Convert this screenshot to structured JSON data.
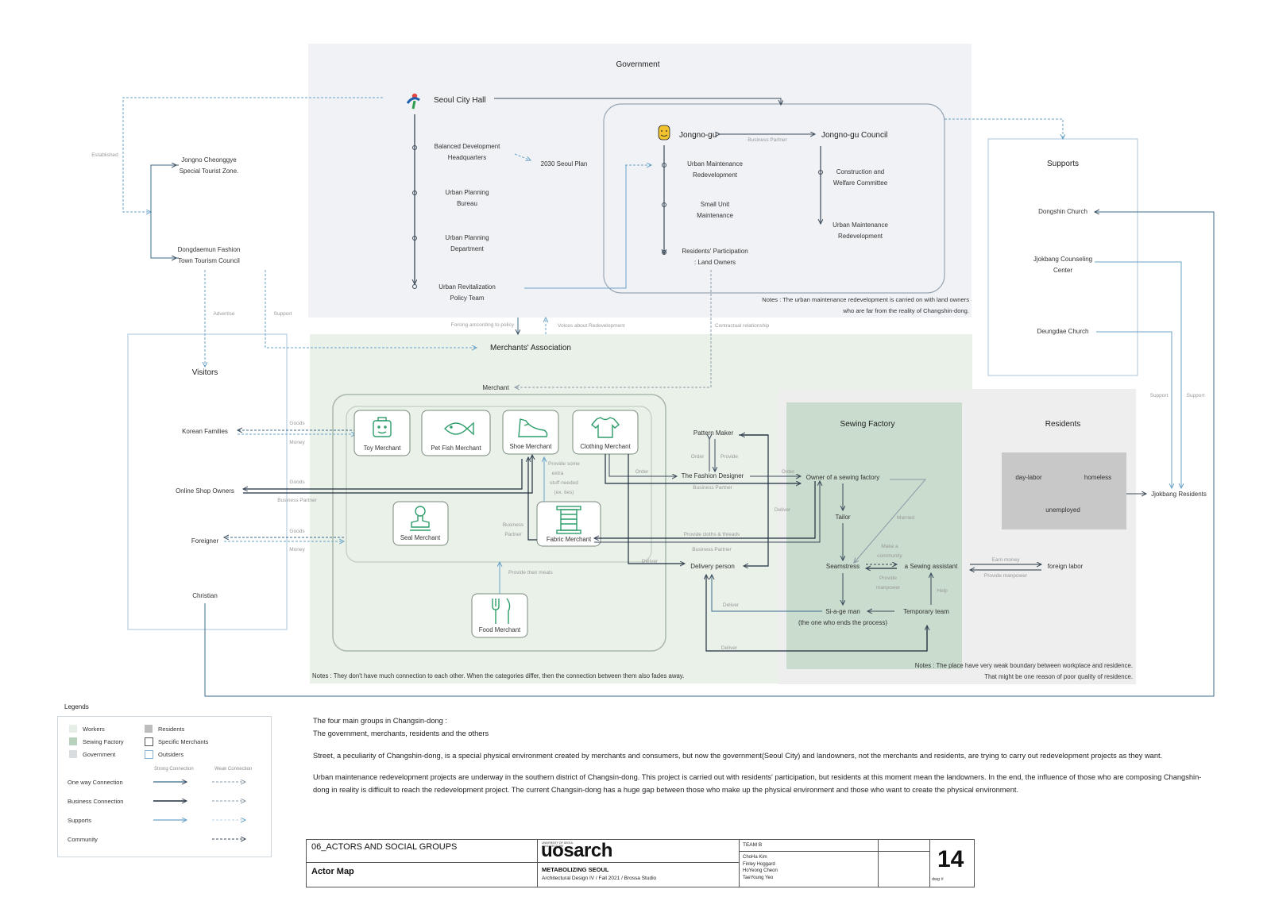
{
  "government": {
    "title": "Government",
    "seoul_city_hall": "Seoul City Hall",
    "balanced_dev": [
      "Balanced Development",
      "Headquarters"
    ],
    "plan_2030": "2030 Seoul Plan",
    "urban_planning_bureau": [
      "Urban Planning",
      "Bureau"
    ],
    "urban_planning_dept": [
      "Urban Planning",
      "Department"
    ],
    "urban_revitalization": [
      "Urban Revitalization",
      "Policy Team"
    ],
    "jongno_gu": "Jongno-gu",
    "business_partner": "Business Partner",
    "jongno_gu_council": "Jongno-gu Council",
    "urban_maint_redev": [
      "Urban Maintenance",
      "Redevelopment"
    ],
    "small_unit": [
      "Small Unit",
      "Maintenance"
    ],
    "residents_participation": [
      "Residents' Participation",
      ": Land Owners"
    ],
    "construction_welfare": [
      "Construction and",
      "Welfare Committee"
    ],
    "council_urban_maint": [
      "Urban Maintenance",
      "Redevelopment"
    ],
    "notes": [
      "Notes : The urban maintenance redevelopment is carried on with land owners",
      "who are far from the reality of Changshin-dong."
    ]
  },
  "left": {
    "established": "Established",
    "jongno_zone": [
      "Jongno Cheonggye",
      "Special Tourist Zone."
    ],
    "dongdaemun": [
      "Dongdaemun Fashion",
      "Town Tourism Council"
    ],
    "advertise": "Advertise",
    "support": "Support"
  },
  "visitors": {
    "title": "Visitors",
    "korean_families": "Korean Families",
    "online_shop": "Online Shop Owners",
    "foreigner": "Foreigner",
    "christian": "Christian",
    "goods": "Goods",
    "money": "Money",
    "business_partner": "Business Partner"
  },
  "merchants": {
    "forcing": "Forcing arccording to policy",
    "voices": "Voices about Redevelopment",
    "contractual": "Contractual relationship",
    "association": "Merchants' Association",
    "merchant": "Merchant",
    "toy": "Toy Merchant",
    "pet_fish": "Pet Fish Merchant",
    "shoe": "Shoe Merchant",
    "clothing": "Clothing Merchant",
    "seal": "Seal Merchant",
    "fabric": "Fabric Merchant",
    "food": "Food Merchant",
    "provide_some": [
      "Provide some",
      "extra",
      "stuff needed",
      "(ex. ties)"
    ],
    "business_partner": [
      "Business",
      "Partner"
    ],
    "provide_meals": "Provide their meals",
    "notes": "Notes : They don't have much connection to each other. When the categories differ, then the connection between them also fades away."
  },
  "middle": {
    "pattern_maker": "Pattern Maker",
    "order": "Order",
    "provide": "Provide",
    "fashion_designer": "The Fashion Designer",
    "business_partner": "Business Partner",
    "deliver": "Deliver",
    "provide_cloths": "Provide cloths & threads",
    "business_partner2": "Business Partner",
    "delivery_person": "Delivery person",
    "deliver2": "Deliver",
    "deliver3": "Deliver"
  },
  "sewing": {
    "title": "Sewing Factory",
    "owner": "Owner of a sewing factory",
    "order": "Order",
    "tailor": "Tailor",
    "married": "Married",
    "make_community": [
      "Make a",
      "community"
    ],
    "seamstress": "Seamstress",
    "sewing_assistant": "a Sewing assistant",
    "provide_manpower": [
      "Provide",
      "manpower"
    ],
    "help": "Help",
    "siage": "Si-a-ge man",
    "siage_sub": "(the one who ends the process)",
    "temporary": "Temporary team",
    "deliver": "Deliver"
  },
  "residents": {
    "title": "Residents",
    "day_labor": "day-labor",
    "homeless": "homeless",
    "unemployed": "unemployed",
    "earn_money": "Earn money",
    "provide_manpower": "Provide manpower",
    "foreign_labor": "foreign labor",
    "jjokbang": "Jjokbang Residents",
    "notes": [
      "Notes : The place have very weak boundary between workplace and residence.",
      "That might be one reason of poor quality of residence."
    ]
  },
  "supports": {
    "title": "Supports",
    "dongshin": "Dongshin Church",
    "jjokbang_center": [
      "Jjokbang Counseling",
      "Center"
    ],
    "deungdae": "Deungdae Church",
    "support": "Support"
  },
  "legend": {
    "title": "Legends",
    "workers": "Workers",
    "sewing_factory": "Sewing Factory",
    "government": "Government",
    "residents": "Residents",
    "specific_merchants": "Specific Merchants",
    "outsiders": "Outsiders",
    "strong": "Strong Connection",
    "weak": "Weak Connection",
    "one_way": "One way Connection",
    "business": "Business Connection",
    "supports": "Supports",
    "community": "Community",
    "colors": {
      "workers": "#e6efe6",
      "sewing": "#b7d1bd",
      "government": "#d9dde2",
      "residents": "#bdbdbd"
    }
  },
  "description": {
    "p1a": "The four main groups in Changsin-dong :",
    "p1b": "The government, merchants, residents and the others",
    "p2": "Street, a peculiarity of Changshin-dong, is a special physical environment created by merchants and consumers, but now the government(Seoul City) and landowners, not the merchants and residents, are trying to carry out redevelopment projects as they want.",
    "p3": "Urban maintenance redevelopment projects are underway in the southern district of Changsin-dong. This project is carried out with residents' participation, but residents at this moment mean the landowners. In the end, the influence of those who are composing Changshin-dong in reality is difficult to reach the redevelopment project. The current Changsin-dong has a huge gap between those who make up the physical environment and those who want to create the physical environment."
  },
  "titleblock": {
    "section": "06_ACTORS AND SOCIAL GROUPS",
    "sheet_name": "Actor Map",
    "uni_small": "UNIVERSITY OF SEOUL ARCHITECTURE",
    "logo": "uosarch",
    "project": "METABOLIZING SEOUL",
    "course": "Architectural Design IV / Fall 2021 / Brossa Studio",
    "team": "TEAM B",
    "members": [
      "ChoHa Kim",
      "Finley Hoggard",
      "HoYeong Cheon",
      "TaeYoung Yeo"
    ],
    "dwg_number": "14",
    "dwg_label": "dwg #"
  }
}
